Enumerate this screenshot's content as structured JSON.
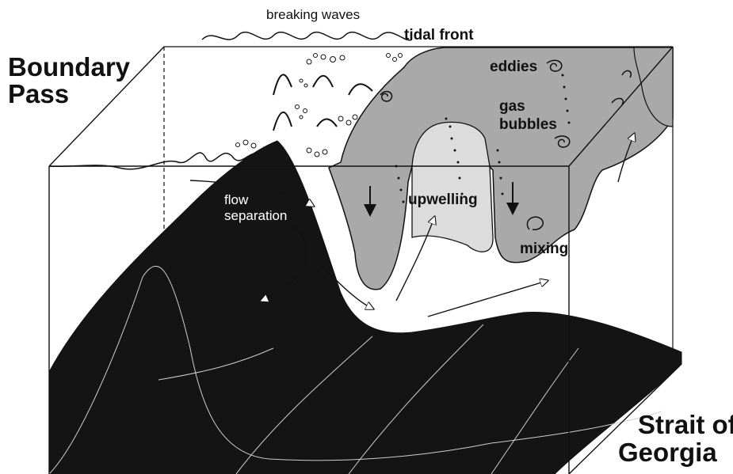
{
  "labels": {
    "breaking_waves": "breaking waves",
    "tidal_front": "tidal front",
    "boundary_pass_line1": "Boundary",
    "boundary_pass_line2": "Pass",
    "eddies": "eddies",
    "gas_line1": "gas",
    "gas_line2": "bubbles",
    "upwelling": "upwelling",
    "mixing": "mixing",
    "flow_line1": "flow",
    "flow_line2": "separation",
    "strait_line1": "Strait of",
    "strait_line2": "Georgia"
  },
  "colors": {
    "seafloor": "#141414",
    "plume": "#a9a9a9",
    "upwelling_core": "#dcdcdc",
    "outline": "#111111"
  }
}
